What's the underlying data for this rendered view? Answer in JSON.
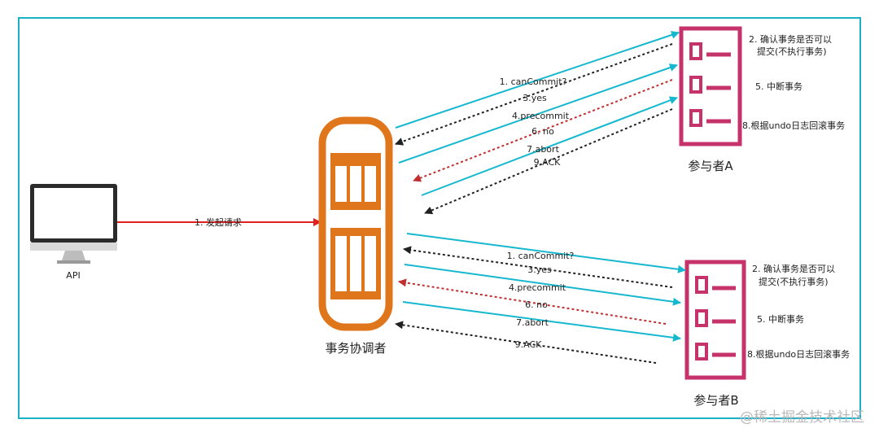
{
  "colors": {
    "frame": "#1ab0c9",
    "coordinator": "#e0761c",
    "participant": "#c6336b",
    "request_arrow": "#e02020",
    "cyan_arrow": "#16b8cf",
    "black_dashed": "#222222",
    "red_dashed": "#c03030"
  },
  "api": {
    "label": "API",
    "icon": "monitor-icon"
  },
  "request": {
    "label": "1. 发起请求"
  },
  "coordinator": {
    "label": "事务协调者",
    "icon": "server-icon"
  },
  "participant_a": {
    "label": "参与者A",
    "icon": "checklist-icon",
    "notes": [
      "2. 确认事务是否可以",
      "提交(不执行事务)",
      "5. 中断事务",
      "8.根据undo日志回滚事务"
    ]
  },
  "participant_b": {
    "label": "参与者B",
    "icon": "checklist-icon",
    "notes": [
      "2. 确认事务是否可以",
      "提交(不执行事务)",
      "5. 中断事务",
      "8.根据undo日志回滚事务"
    ]
  },
  "messages_a": [
    "1. canCommit?",
    "3.yes",
    "4.precommit",
    "6. no",
    "7.abort",
    "9.ACK"
  ],
  "messages_b": [
    "1. canCommit?",
    "3.yes",
    "4.precommit",
    "6. no",
    "7.abort",
    "9.ACK"
  ],
  "watermark": "@稀土掘金技术社区"
}
